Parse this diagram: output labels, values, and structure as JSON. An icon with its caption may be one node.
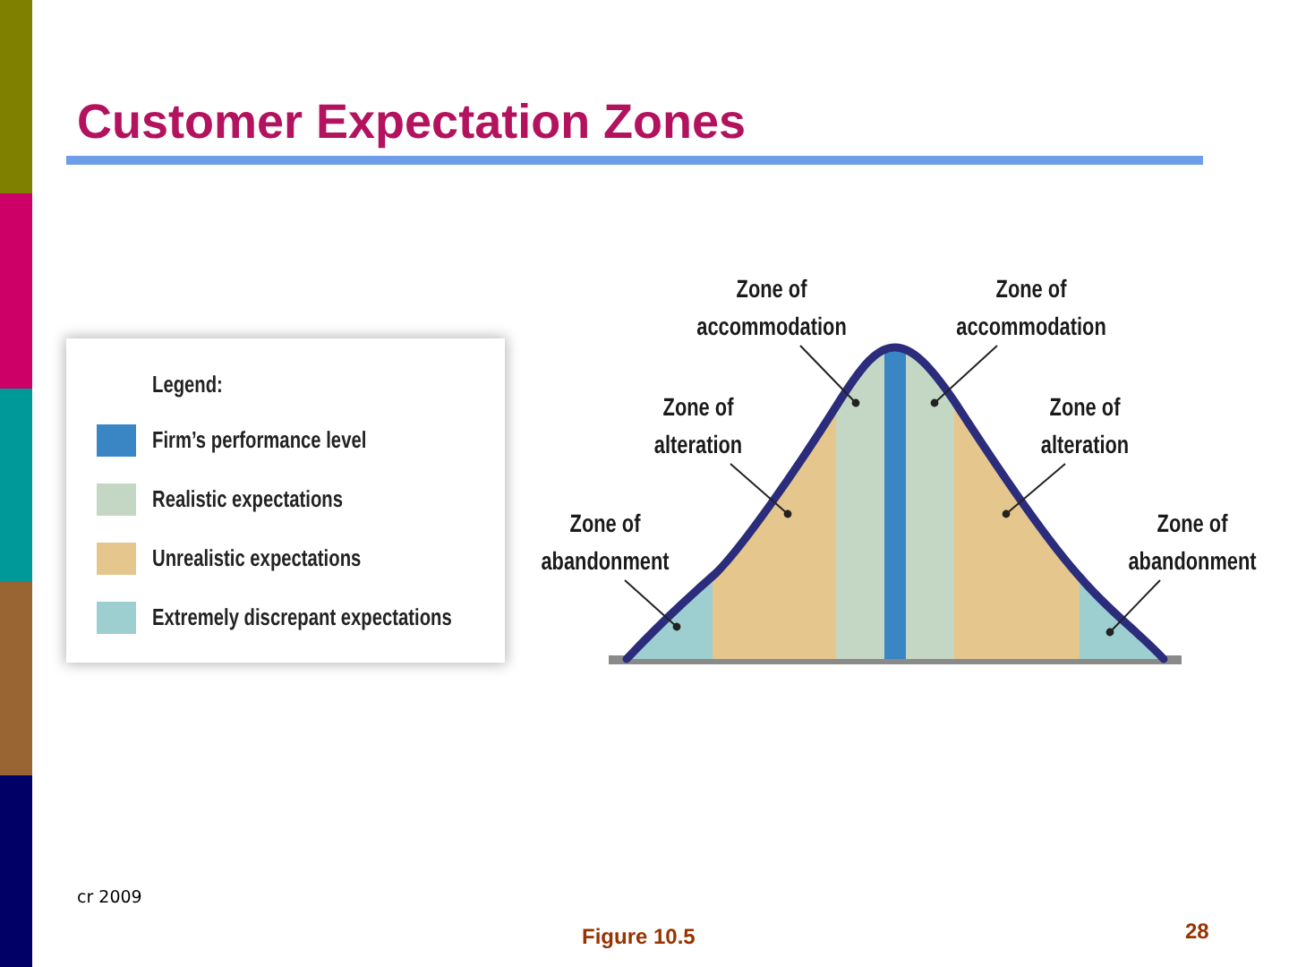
{
  "diagram": {
    "title": "Customer Expectation Zones",
    "caption": "Figure 10.5",
    "nodes": [
      {
        "text": [
          "Zone of accommodation"
        ]
      },
      {
        "text": [
          "Zone of accommodation"
        ]
      },
      {
        "text": [
          "Zone of alteration"
        ]
      },
      {
        "text": [
          "Zone of alteration"
        ]
      },
      {
        "text": [
          "Zone of abandonment"
        ]
      },
      {
        "text": [
          "Zone of abandonment"
        ]
      },
      {
        "text": [],
        "shape": "band"
      },
      {
        "text": [],
        "shape": "band"
      },
      {
        "text": [],
        "shape": "band"
      },
      {
        "text": [],
        "shape": "band"
      },
      {
        "text": [],
        "shape": "band"
      },
      {
        "text": [],
        "shape": "band"
      }
    ],
    "edges": [
      {
        "from": 0,
        "to": 8,
        "arrow": "other"
      },
      {
        "from": 1,
        "to": 9,
        "arrow": "other"
      },
      {
        "from": 2,
        "to": 7,
        "arrow": "other"
      },
      {
        "from": 3,
        "to": 10,
        "arrow": "other"
      },
      {
        "from": 4,
        "to": 6,
        "arrow": "other"
      },
      {
        "from": 5,
        "to": 11,
        "arrow": "other"
      }
    ],
    "labels": [
      "Legend:",
      "cr 2009",
      "28"
    ],
    "legend": [
      {
        "text": "Firm’s performance level",
        "color": "#3a86c5"
      },
      {
        "text": "Realistic expectations",
        "color": "#c4d7c4"
      },
      {
        "text": "Unrealistic expectations",
        "color": "#e5c68d"
      },
      {
        "text": "Extremely discrepant expectations",
        "color": "#9dcfd0"
      }
    ]
  }
}
